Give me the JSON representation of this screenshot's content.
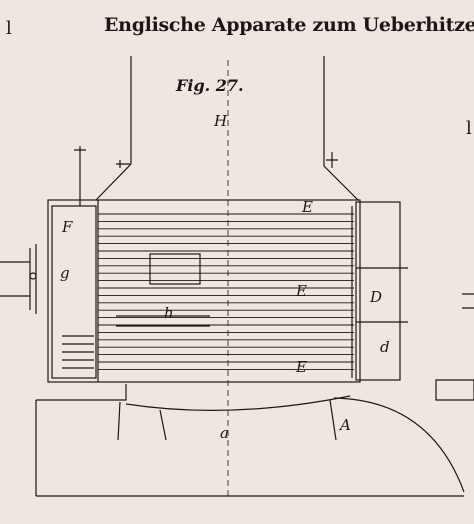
{
  "heading": "Englische Apparate zum Ueberhitzen",
  "figure_caption": "Fig. 27.",
  "left_edge_char": "l",
  "right_edge_char": "l",
  "labels": {
    "H": "H",
    "E_top": "E",
    "E_mid": "E",
    "E_bottom": "E",
    "F": "F",
    "g": "g",
    "h": "h",
    "D": "D",
    "d": "d",
    "a": "a",
    "A": "A"
  },
  "colors": {
    "paper": "#efe6e1",
    "ink": "#1c1714"
  }
}
